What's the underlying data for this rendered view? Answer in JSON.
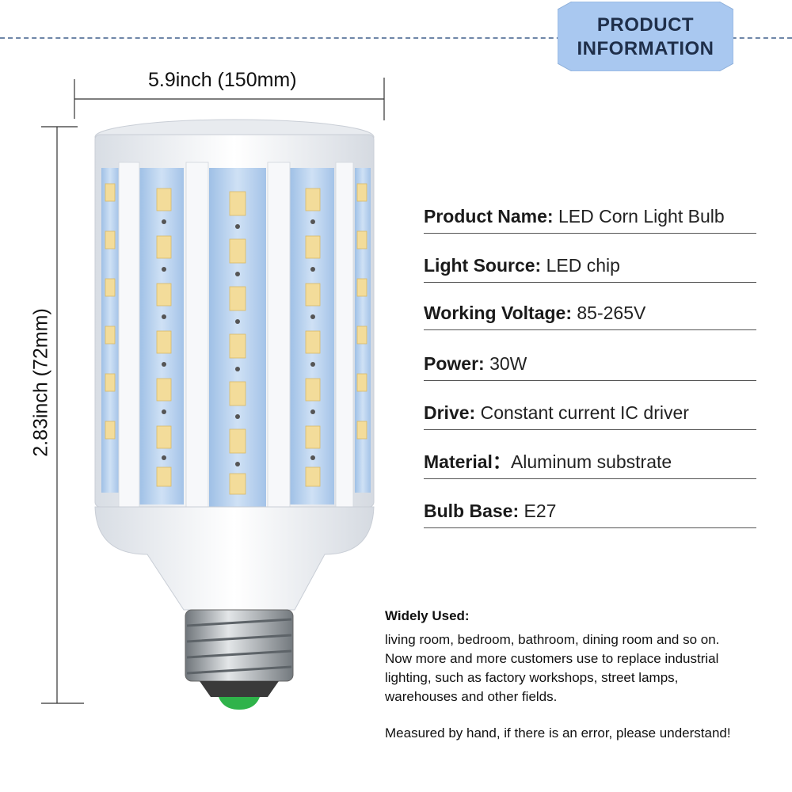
{
  "badge": {
    "line1": "PRODUCT",
    "line2": "INFORMATION"
  },
  "dimensions": {
    "width": "5.9inch (150mm)",
    "height": "2.83inch (72mm)"
  },
  "specs": [
    {
      "label": "Product Name:",
      "value": " LED Corn Light Bulb"
    },
    {
      "label": "Light Source:",
      "value": " LED chip"
    },
    {
      "label": "Working Voltage:",
      "value": " 85-265V"
    },
    {
      "label": "Power:",
      "value": " 30W"
    },
    {
      "label": "Drive:",
      "value": " Constant current IC driver"
    },
    {
      "label": "Material：",
      "value": "Aluminum substrate"
    },
    {
      "label": "Bulb Base:",
      "value": " E27"
    }
  ],
  "widely_used": {
    "title": "Widely Used:",
    "lines": [
      "living room, bedroom, bathroom, dining room and so on.",
      "Now more and more customers use to replace industrial",
      "lighting, such as factory workshops, street lamps,",
      "warehouses and other fields."
    ],
    "note": "Measured by hand, if there is an error, please understand!"
  },
  "colors": {
    "badge_fill": "#a9c8f0",
    "badge_text": "#1f2f4a",
    "dashed_line": "#6f86a8",
    "led_chip": "#f3dc9a",
    "bulb_body": "#f2f4f7",
    "base_metal": "#9aa0a5",
    "contact": "#2fb34a"
  }
}
